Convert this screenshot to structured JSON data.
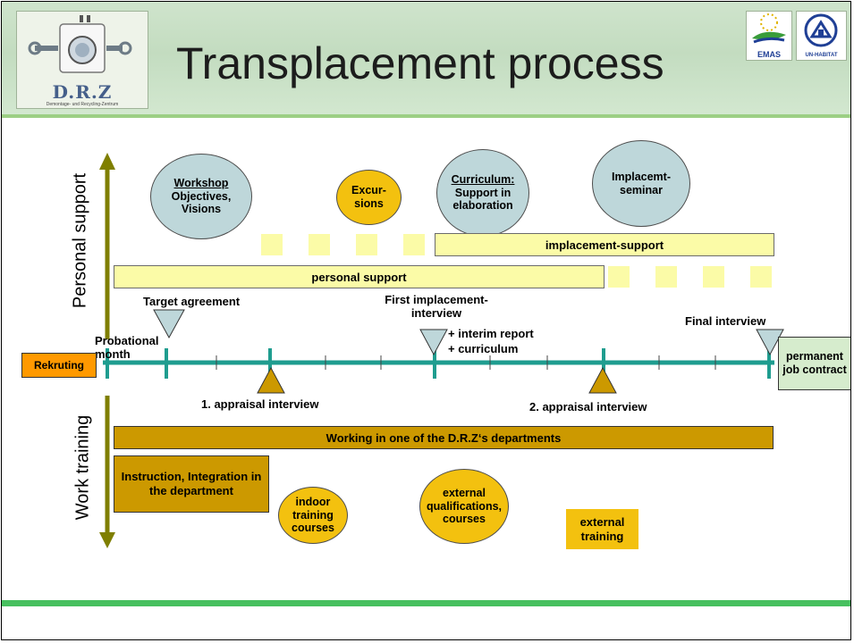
{
  "header": {
    "title": "Transplacement process",
    "logo_drz_text": "D.R.Z",
    "logo_drz_sub": "Demontage- und Recycling-Zentrum",
    "logo_emas_text": "EMAS",
    "logo_un_text": "UN-HABITAT"
  },
  "axis_labels": {
    "top": "Personal support",
    "bottom": "Work training"
  },
  "personal": {
    "workshop_title": "Workshop",
    "workshop_body": "Objectives, Visions",
    "excursions": "Excur-sions",
    "curriculum_title": "Curriculum:",
    "curriculum_body": "Support in elaboration",
    "implacement_seminar": "Implacemt-seminar",
    "implacement_support": "implacement-support",
    "personal_support": "personal support"
  },
  "timeline": {
    "rekruting": "Rekruting",
    "probational_month": "Probational month",
    "target_agreement": "Target agreement",
    "first_interview": "First implacement-interview",
    "interim_report": "+ interim report",
    "curriculum": "+ curriculum",
    "final_interview": "Final interview",
    "permanent_contract": "permanent job contract",
    "appraisal_1": "1. appraisal interview",
    "appraisal_2": "2. appraisal interview"
  },
  "training": {
    "working_departments": "Working in one of the D.R.Z‘s departments",
    "instruction": "Instruction, Integration in the department",
    "indoor_courses": "indoor training courses",
    "external_qualifications": "external qualifications, courses",
    "external_training": "external training"
  },
  "colors": {
    "axis": "#7f7f00",
    "timeline": "#1f9d8f",
    "circle_blue": "#bed7da",
    "circle_yellow": "#f3c10f",
    "bar_yellow": "#fbfba7",
    "gold": "#cc9900",
    "rekruting": "#ff9900",
    "contract": "#d6eccd",
    "footer": "#47c05f"
  }
}
